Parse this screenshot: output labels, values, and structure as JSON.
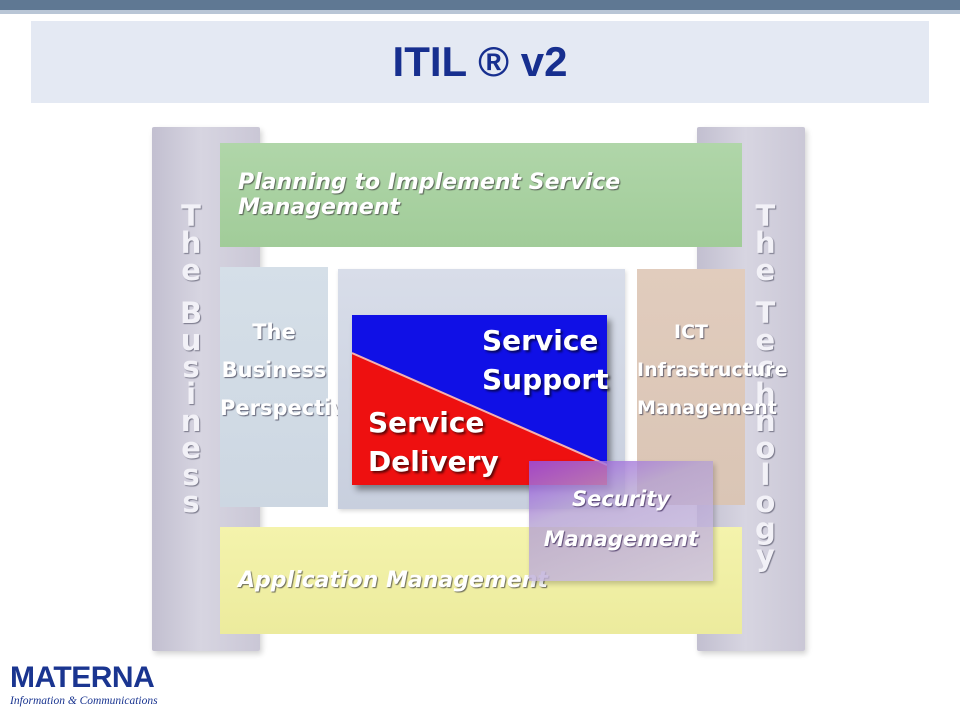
{
  "slide": {
    "title": "ITIL ® v2"
  },
  "diagram": {
    "left_pillar": [
      "T",
      "h",
      "e",
      "",
      "B",
      "u",
      "s",
      "i",
      "n",
      "e",
      "s",
      "s"
    ],
    "right_pillar": [
      "T",
      "h",
      "e",
      "",
      "T",
      "e",
      "c",
      "h",
      "n",
      "o",
      "l",
      "o",
      "g",
      "y"
    ],
    "planning_label": "Planning to Implement Service Management",
    "business_perspective": [
      "The",
      "Business",
      "Perspective"
    ],
    "ict_infrastructure": [
      "ICT",
      "Infrastructure",
      "Management"
    ],
    "service_support": [
      "Service",
      "Support"
    ],
    "service_delivery": [
      "Service",
      "Delivery"
    ],
    "security_management": [
      "Security",
      "Management"
    ],
    "application_management": "Application Management",
    "colors": {
      "service_support": "#1010e6",
      "service_delivery": "#ee1010",
      "planning": "#a6cf9e",
      "application": "#efee9f"
    }
  },
  "logo": {
    "name": "MATERNA",
    "tagline": "Information & Communications"
  }
}
